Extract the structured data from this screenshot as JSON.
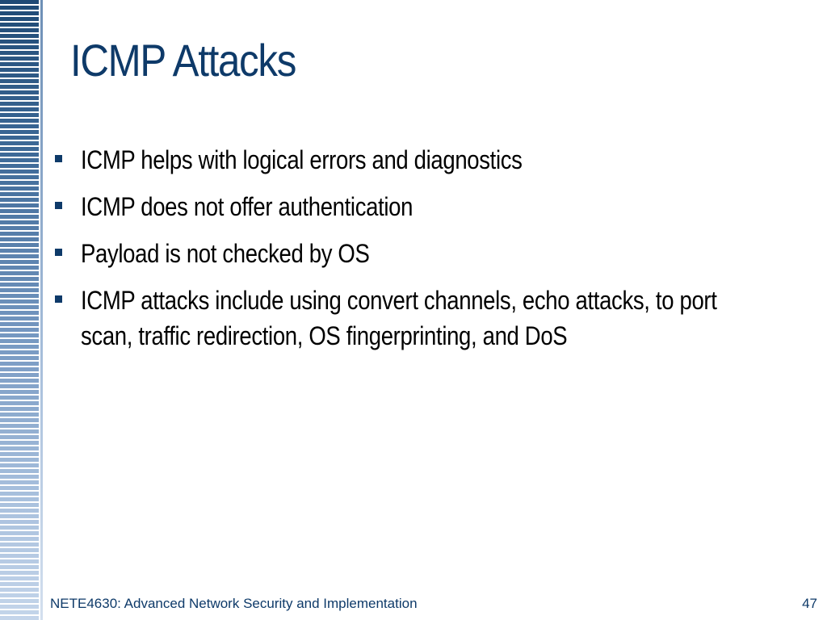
{
  "slide": {
    "title": "ICMP Attacks",
    "bullets": [
      "ICMP helps with logical errors and diagnostics",
      "ICMP does not offer authentication",
      "Payload is not checked by OS",
      "ICMP attacks include using convert channels, echo attacks, to port scan, traffic redirection, OS fingerprinting, and DoS"
    ],
    "footer": "NETE4630: Advanced Network Security and Implementation",
    "page_number": "47"
  },
  "colors": {
    "title": "#0e3a69",
    "bullet": "#0e3a69",
    "body_text": "#000000",
    "stripe_dark": "#1f4a75",
    "stripe_light": "#c4d5ea"
  },
  "icons": {
    "bullet": "square-bullet-icon",
    "stripe": "striped-sidebar-decoration"
  }
}
